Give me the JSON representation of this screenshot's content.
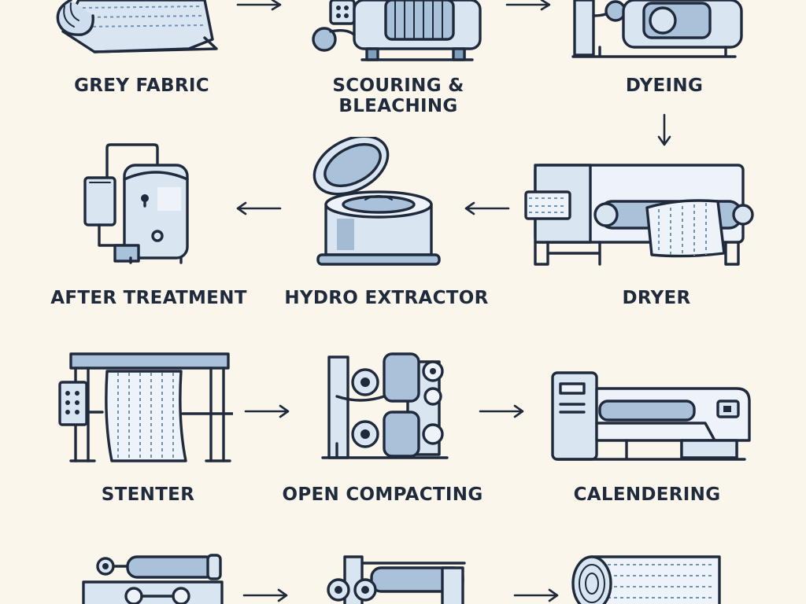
{
  "colors": {
    "background": "#fbf6ec",
    "ink": "#1f2a3c",
    "fill_light": "#d9e6f2",
    "fill_mid": "#a9c2da",
    "fill_shadow": "#7f9fbe"
  },
  "steps": [
    {
      "id": "grey-fabric",
      "label": "GREY FABRIC",
      "icon": "fabric-roll-icon"
    },
    {
      "id": "scouring-bleaching",
      "label": "SCOURING & BLEACHING",
      "icon": "scouring-machine-icon"
    },
    {
      "id": "dyeing",
      "label": "DYEING",
      "icon": "dyeing-machine-icon"
    },
    {
      "id": "after-treatment",
      "label": "AFTER TREATMENT",
      "icon": "treatment-tank-icon"
    },
    {
      "id": "hydro-extractor",
      "label": "HYDRO EXTRACTOR",
      "icon": "hydro-extractor-icon"
    },
    {
      "id": "dryer",
      "label": "DRYER",
      "icon": "dryer-machine-icon"
    },
    {
      "id": "stenter",
      "label": "STENTER",
      "icon": "stenter-machine-icon"
    },
    {
      "id": "open-compacting",
      "label": "OPEN COMPACTING",
      "icon": "compacting-machine-icon"
    },
    {
      "id": "calendering",
      "label": "CALENDERING",
      "icon": "calendering-machine-icon"
    },
    {
      "id": "row4-machine-1",
      "label": "",
      "icon": "roller-machine-icon"
    },
    {
      "id": "row4-machine-2",
      "label": "",
      "icon": "roller-machine-icon"
    },
    {
      "id": "finished-fabric",
      "label": "",
      "icon": "fabric-roll-icon"
    }
  ],
  "flow": [
    {
      "from": "grey-fabric",
      "to": "scouring-bleaching",
      "direction": "right"
    },
    {
      "from": "scouring-bleaching",
      "to": "dyeing",
      "direction": "right"
    },
    {
      "from": "dyeing",
      "to": "dryer",
      "direction": "down"
    },
    {
      "from": "dryer",
      "to": "hydro-extractor",
      "direction": "left"
    },
    {
      "from": "hydro-extractor",
      "to": "after-treatment",
      "direction": "left"
    },
    {
      "from": "stenter",
      "to": "open-compacting",
      "direction": "right"
    },
    {
      "from": "open-compacting",
      "to": "calendering",
      "direction": "right"
    },
    {
      "from": "row4-machine-1",
      "to": "row4-machine-2",
      "direction": "right"
    },
    {
      "from": "row4-machine-2",
      "to": "finished-fabric",
      "direction": "right"
    }
  ]
}
